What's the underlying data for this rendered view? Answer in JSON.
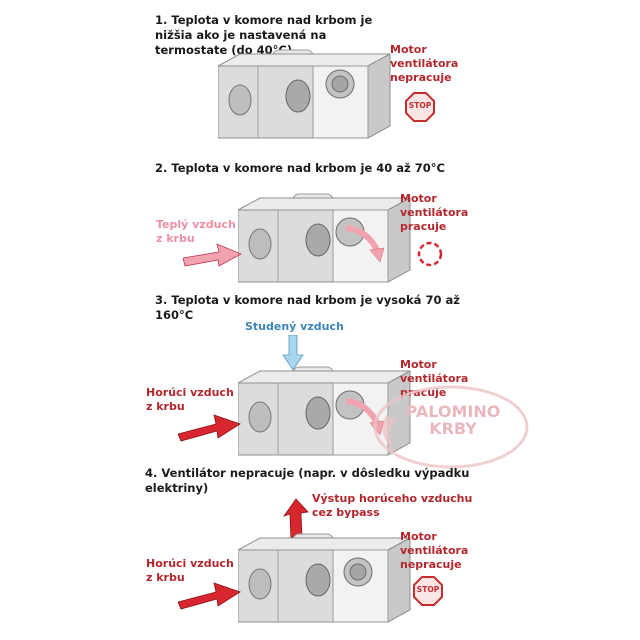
{
  "steps": [
    {
      "heading": "1. Teplota v komore nad krbom je nižšia ako je nastavená na termostate (do 40°C)",
      "motor_label": "Motor\nventilátora\nnepracuje",
      "stop_label": "STOP"
    },
    {
      "heading": "2. Teplota v komore nad krbom je 40 až 70°C",
      "air_label": "Teplý vzduch\nz krbu",
      "motor_label": "Motor\nventilátora\npracuje"
    },
    {
      "heading": "3. Teplota v komore nad krbom je vysoká 70 až 160°C",
      "cold_air_label": "Studený vzduch",
      "air_label": "Horúci vzduch\nz krbu",
      "motor_label": "Motor\nventilátora\npracuje"
    },
    {
      "heading": "4. Ventilátor nepracuje (napr. v dôsledku výpadku elektriny)",
      "bypass_label": "Výstup horúceho vzduchu\ncez bypass",
      "air_label": "Horúci vzduch\nz krbu",
      "motor_label": "Motor\nventilátora\nnepracuje",
      "stop_label": "STOP"
    }
  ],
  "watermark": "PALOMINO\nKRBY",
  "colors": {
    "red": "#b2272d",
    "pink": "#ee8fa5",
    "blue": "#3d84b8",
    "hot_arrow": "#d8262e",
    "warm_arrow": "#f2a3b0",
    "cold_arrow": "#a8d6ee"
  }
}
